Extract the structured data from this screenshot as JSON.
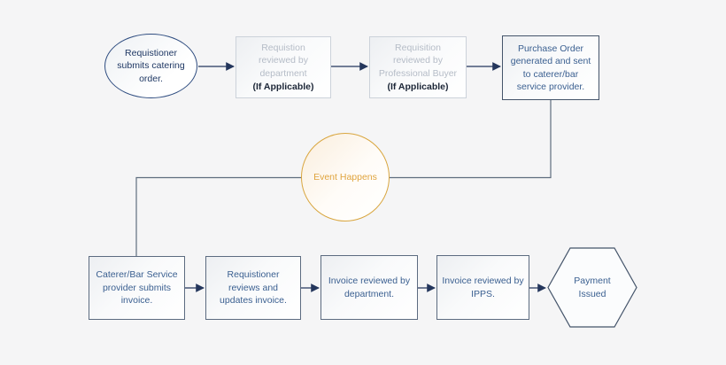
{
  "diagram": {
    "title": "Catering order and invoice process flowchart",
    "nodes": {
      "start": {
        "label": "Requistioner\nsubmits catering\norder."
      },
      "dept_review": {
        "label": "Requistion\nreviewed by\ndepartment",
        "note": "(If Applicable)"
      },
      "buyer_review": {
        "label": "Requisition\nreviewed by\nProfessional Buyer",
        "note": "(If Applicable)"
      },
      "purchase_order": {
        "label": "Purchase Order\ngenerated and sent\nto caterer/bar\nservice provider."
      },
      "event": {
        "label": "Event Happens"
      },
      "invoice_submit": {
        "label": "Caterer/Bar Service\nprovider submits\ninvoice."
      },
      "invoice_update": {
        "label": "Requistioner\nreviews and\nupdates invoice."
      },
      "invoice_dept": {
        "label": "Invoice reviewed by\ndepartment."
      },
      "invoice_ipps": {
        "label": "Invoice reviewed by\nIPPS."
      },
      "payment": {
        "label": "Payment\nIssued"
      }
    },
    "colors": {
      "background": "#f5f5f6",
      "arrow": "#24365c",
      "connector": "#5f6d7e",
      "box_border_dark": "#5c6b80",
      "box_border_light": "#ccd2da",
      "ellipse_border": "#2f4d80",
      "event_border": "#d9a63f",
      "event_text": "#e0a43e",
      "text_navy": "#1f3864",
      "text_muted": "#b5bcc7",
      "text_blue": "#3a5f90",
      "note_text": "#1b2536"
    }
  }
}
